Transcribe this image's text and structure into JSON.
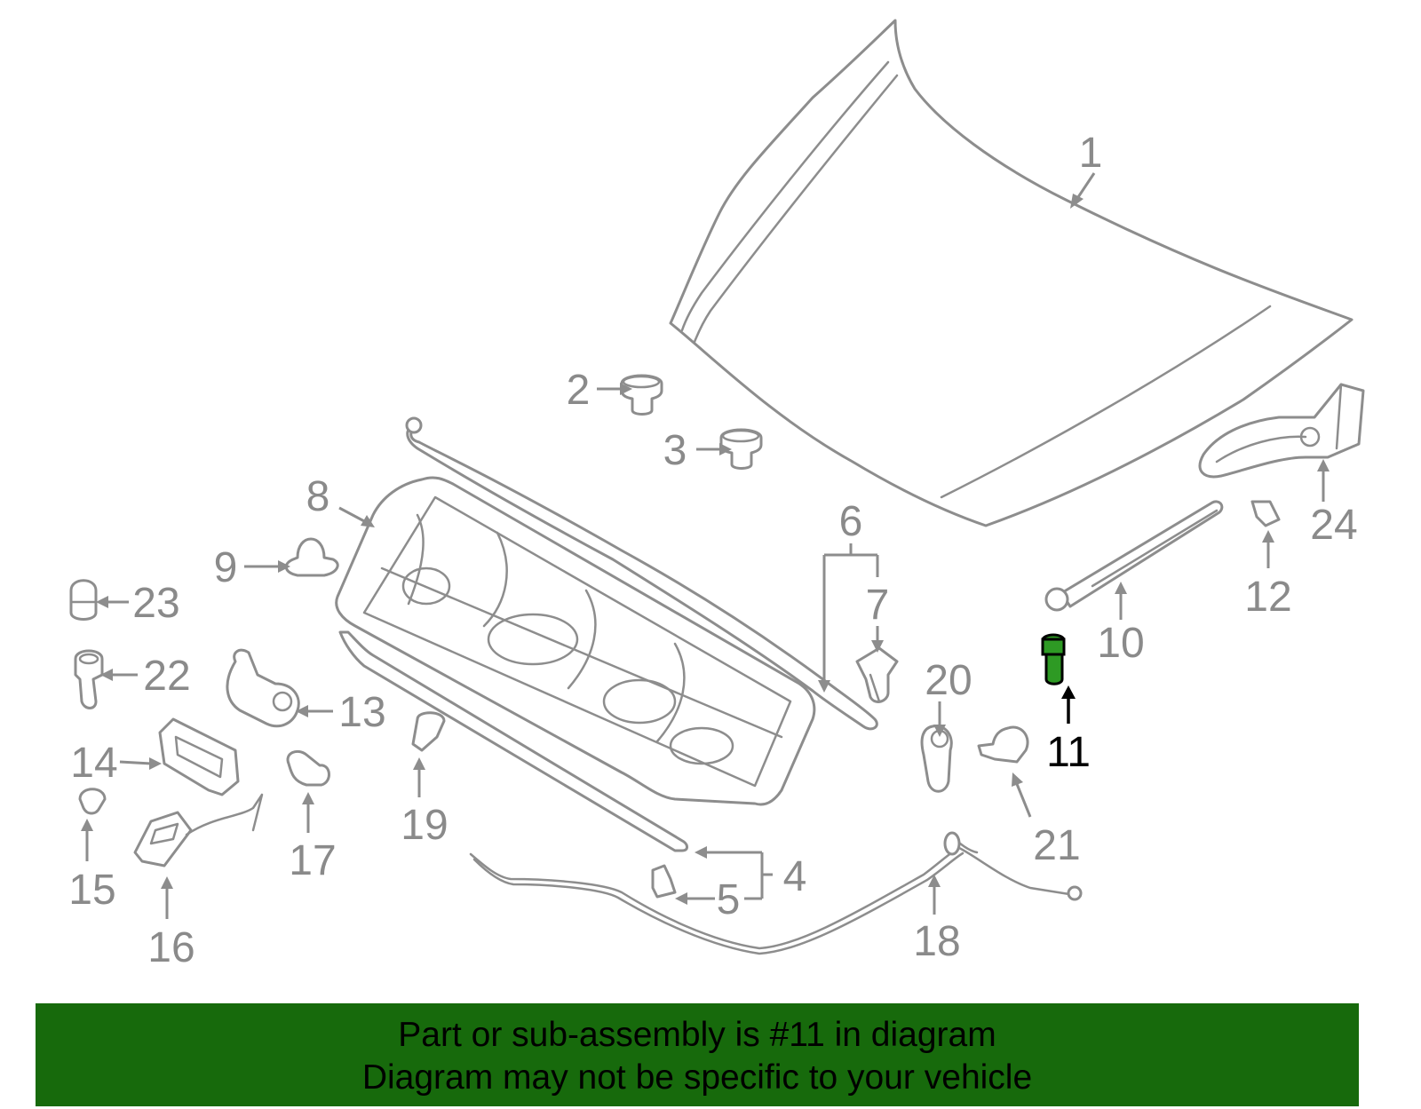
{
  "diagram": {
    "highlight_callout": "11",
    "highlight_color": "#2e9a24",
    "callouts": [
      "1",
      "2",
      "3",
      "4",
      "5",
      "6",
      "7",
      "8",
      "9",
      "10",
      "11",
      "12",
      "13",
      "14",
      "15",
      "16",
      "17",
      "18",
      "19",
      "20",
      "21",
      "22",
      "23",
      "24"
    ]
  },
  "banner": {
    "line1": "Part or sub-assembly is #11 in diagram",
    "line2": "Diagram may not be specific to your vehicle",
    "background": "#176a0c"
  }
}
